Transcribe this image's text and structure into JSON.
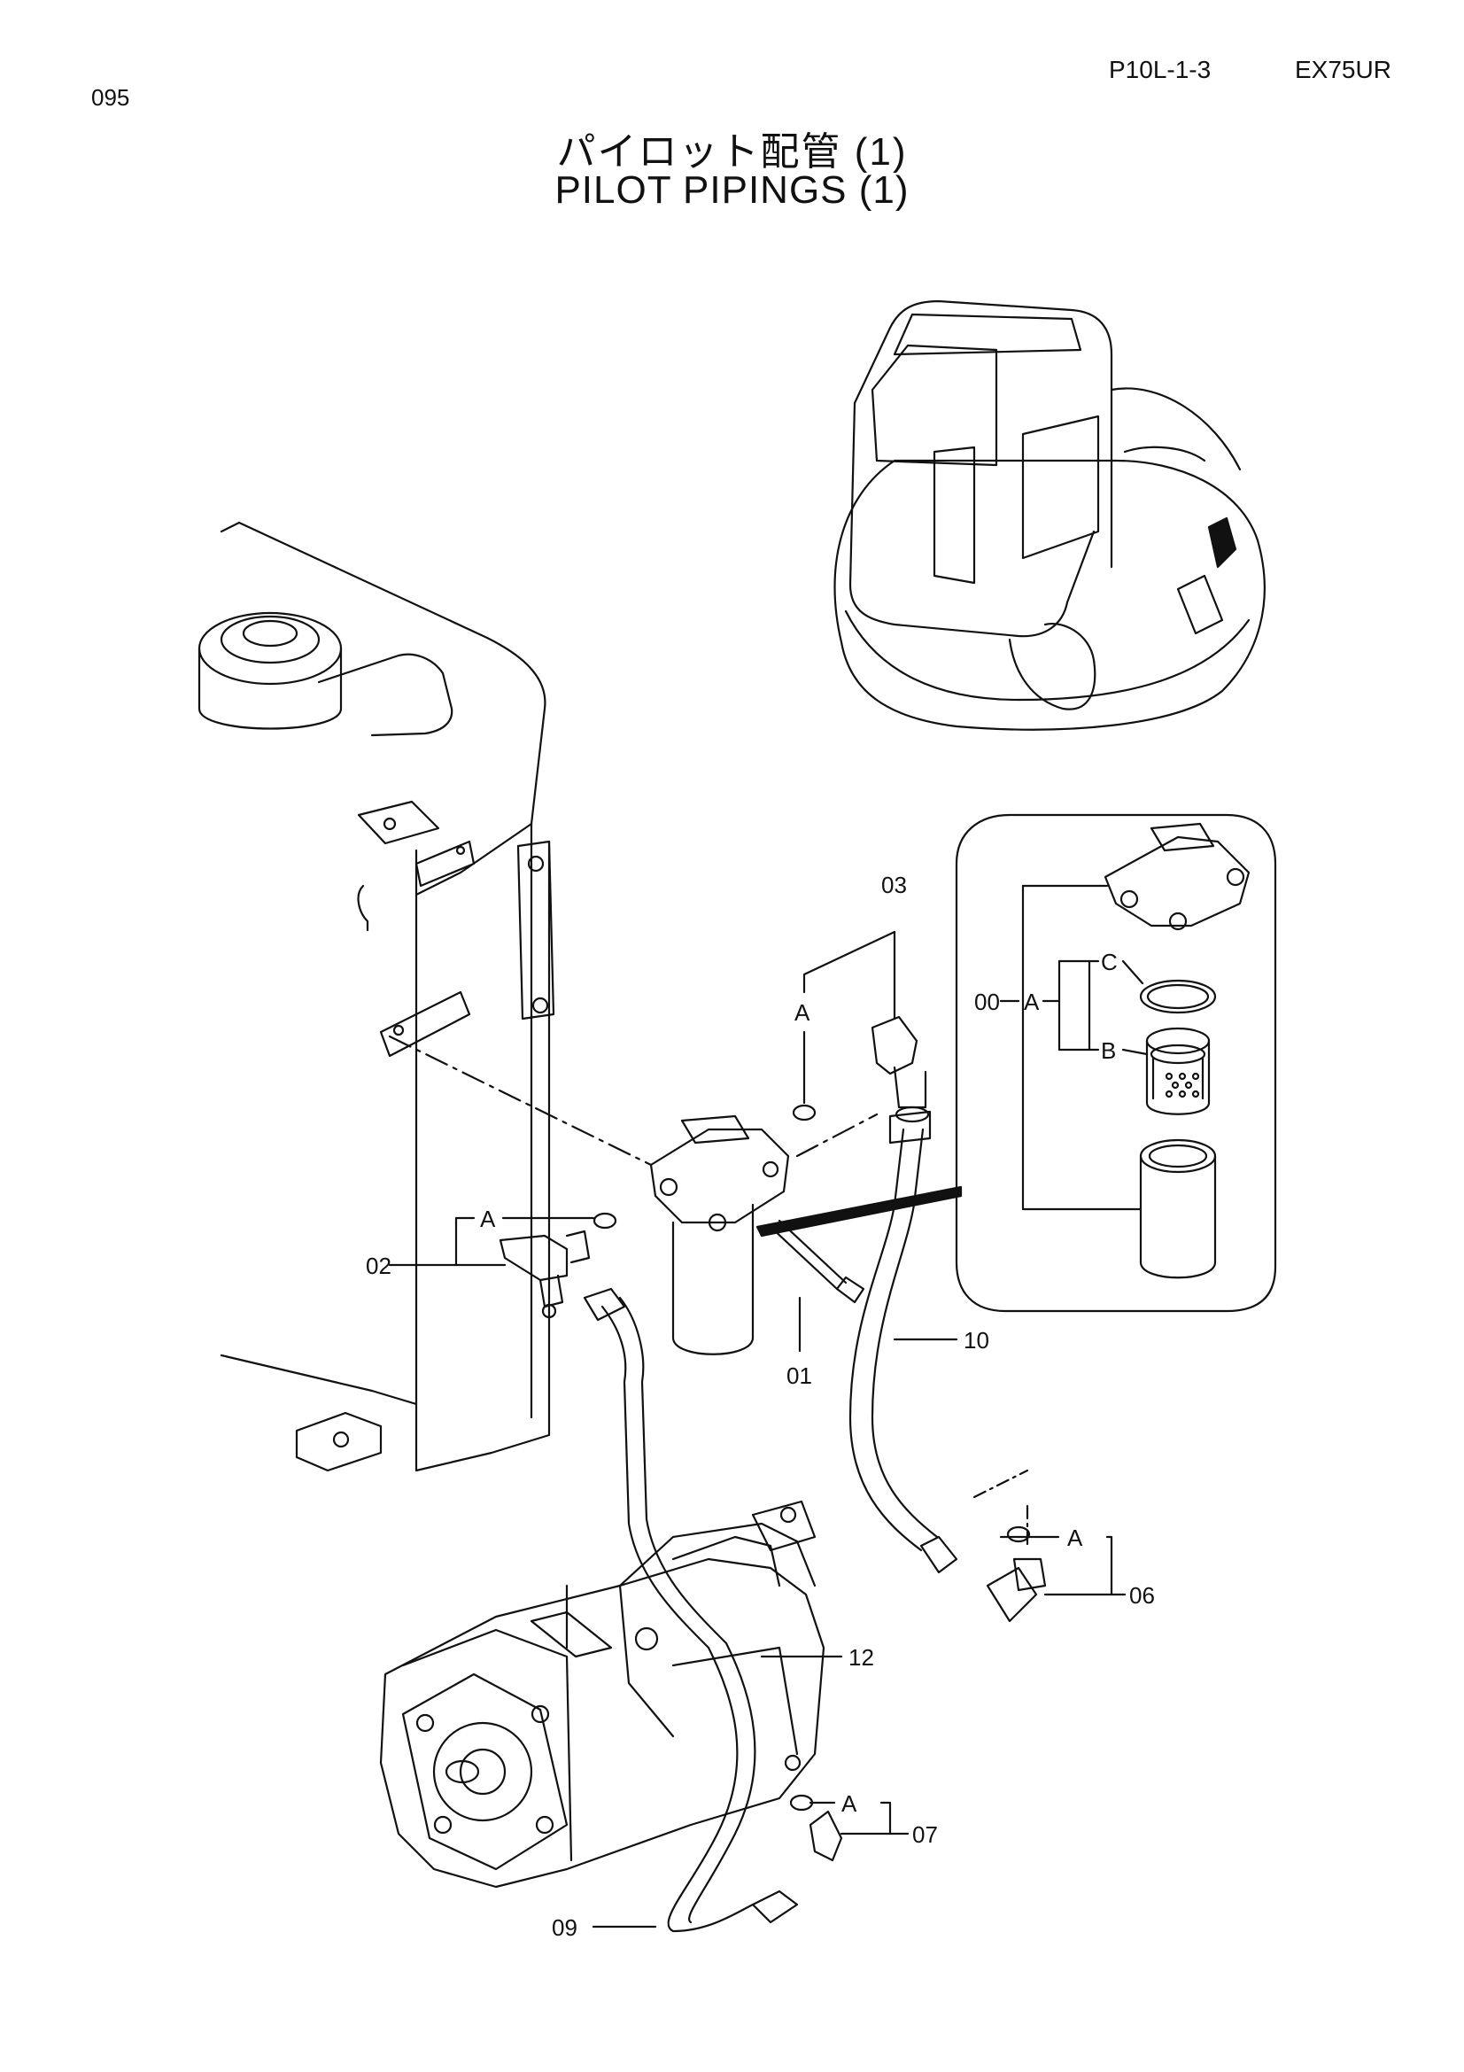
{
  "header": {
    "page_number": "095",
    "page_code": "P10L-1-3",
    "model": "EX75UR"
  },
  "title": {
    "japanese": "パイロット配管  (1)",
    "english": "PILOT PIPINGS (1)"
  },
  "callouts": {
    "c00": "00",
    "c01": "01",
    "c02": "02",
    "c03": "03",
    "c06": "06",
    "c07": "07",
    "c09": "09",
    "c10": "10",
    "c12": "12",
    "A": "A",
    "B": "B",
    "C": "C"
  }
}
